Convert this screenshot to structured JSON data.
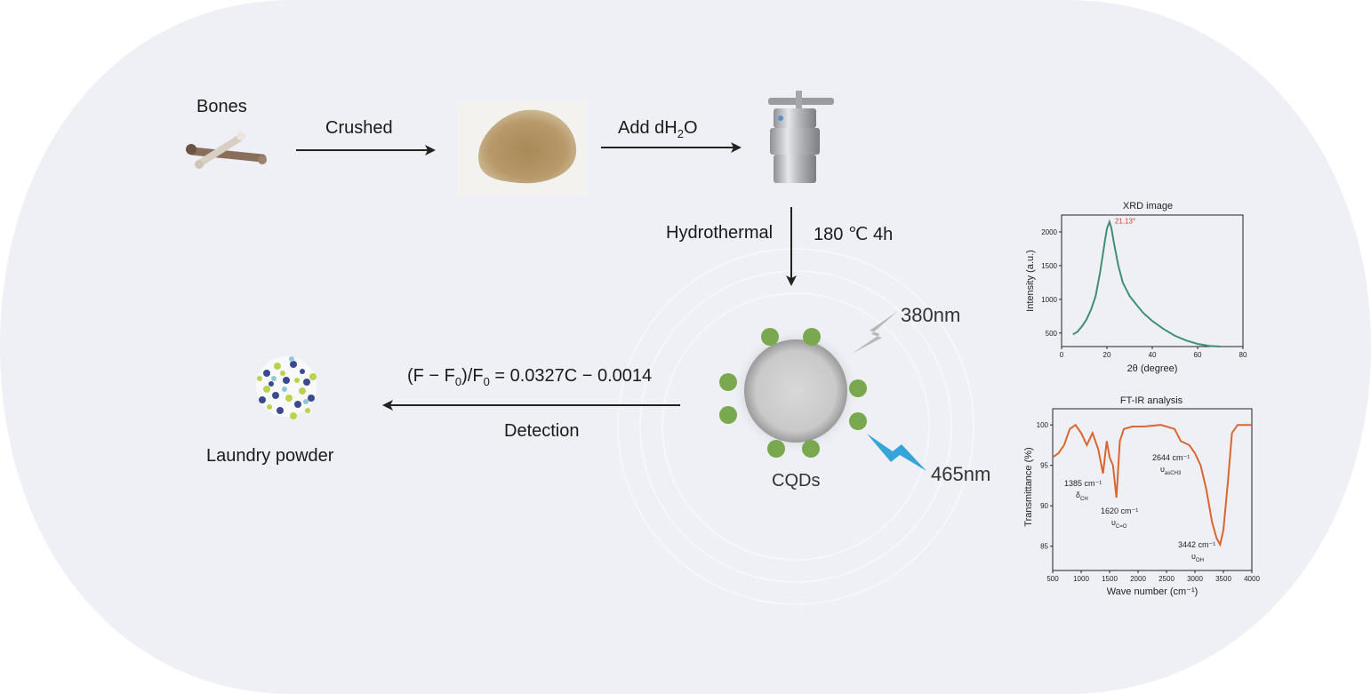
{
  "flow": {
    "bones": "Bones",
    "crushed": "Crushed",
    "add_water_prefix": "Add dH",
    "add_water_sub": "2",
    "add_water_suffix": "O",
    "hydrothermal": "Hydrothermal",
    "conditions": "180 ℃  4h",
    "cqds": "CQDs",
    "excitation": "380nm",
    "emission": "465nm",
    "equation_p1": "(F − F",
    "equation_sub1": "0",
    "equation_p2": ")/F",
    "equation_sub2": "0",
    "equation_p3": " = 0.0327C − 0.0014",
    "detection": "Detection",
    "laundry": "Laundry powder"
  },
  "colors": {
    "background_shape": "#eff0f5",
    "dot_green": "#7aa84e",
    "xrd_line": "#3f8f74",
    "ftir_line": "#d9662f",
    "uv_bolt": "#b8b8b8",
    "emission_bolt": "#35a4d8"
  },
  "chart_data": [
    {
      "type": "line",
      "title": "XRD image",
      "xlabel": "2θ (degree)",
      "ylabel": "Intensity (a.u.)",
      "xlim": [
        0,
        80
      ],
      "ylim": [
        300,
        2250
      ],
      "xticks": [
        "0",
        "20",
        "40",
        "60",
        "80"
      ],
      "yticks": [
        "500",
        "1000",
        "1500",
        "2000"
      ],
      "annotation": "21.13°",
      "annotation_x": 21.13,
      "annotation_y": 2150,
      "x": [
        5,
        7,
        9,
        11,
        13,
        15,
        17,
        19,
        20,
        21.13,
        22,
        23,
        25,
        27,
        30,
        33,
        36,
        40,
        45,
        50,
        55,
        60,
        65,
        70
      ],
      "y": [
        480,
        520,
        600,
        700,
        850,
        1050,
        1400,
        1850,
        2050,
        2150,
        2050,
        1850,
        1500,
        1250,
        1050,
        920,
        800,
        680,
        560,
        460,
        390,
        340,
        310,
        300
      ]
    },
    {
      "type": "line",
      "title": "FT-IR analysis",
      "xlabel": "Wave number (cm⁻¹)",
      "ylabel": "Transmittance (%)",
      "xlim": [
        500,
        4000
      ],
      "ylim": [
        82,
        102
      ],
      "xticks": [
        "500",
        "1000",
        "1500",
        "2000",
        "2500",
        "3000",
        "3500",
        "4000"
      ],
      "yticks": [
        "85",
        "90",
        "95",
        "100"
      ],
      "x": [
        500,
        600,
        700,
        800,
        900,
        1000,
        1100,
        1200,
        1300,
        1385,
        1450,
        1500,
        1560,
        1620,
        1680,
        1750,
        1900,
        2100,
        2400,
        2644,
        2750,
        2900,
        3000,
        3100,
        3200,
        3300,
        3380,
        3442,
        3500,
        3580,
        3650,
        3750,
        3900,
        4000
      ],
      "y": [
        96,
        96.5,
        97.5,
        99.5,
        100,
        99,
        97.5,
        99,
        97,
        94,
        98,
        96,
        95,
        91,
        98,
        99.5,
        99.8,
        99.8,
        100,
        99.5,
        98,
        97.5,
        96.5,
        95,
        92,
        88,
        86,
        85.2,
        87,
        93,
        99,
        100,
        100,
        100
      ],
      "annotations": [
        {
          "text": "1385 cm⁻¹",
          "mode": "δ",
          "mode_sub": "CH"
        },
        {
          "text": "1620 cm⁻¹",
          "mode": "υ",
          "mode_sub": "C=O"
        },
        {
          "text": "2644 cm⁻¹",
          "mode": "υ",
          "mode_sub": "asCH3"
        },
        {
          "text": "3442 cm⁻¹",
          "mode": "υ",
          "mode_sub": "OH"
        }
      ]
    }
  ]
}
